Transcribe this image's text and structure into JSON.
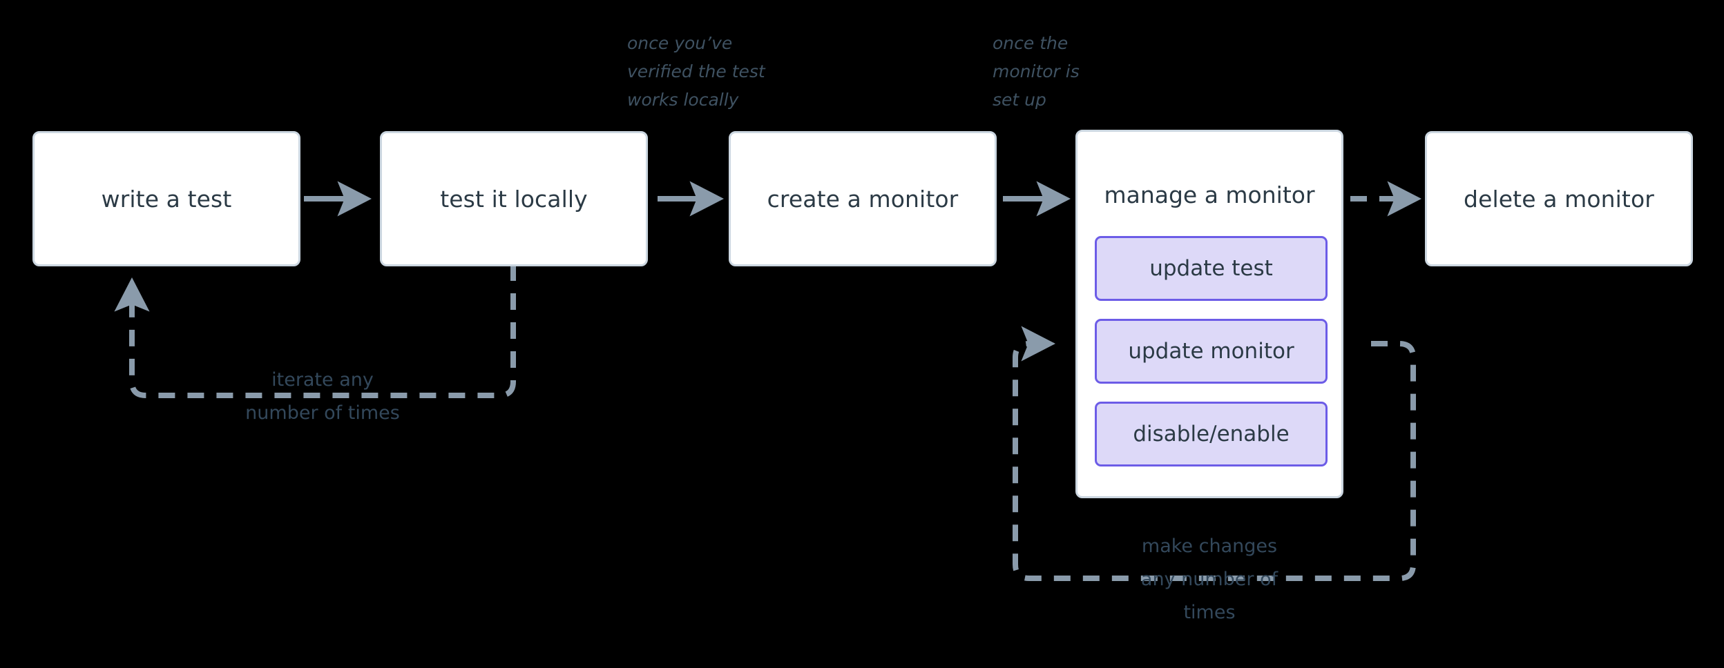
{
  "diagram": {
    "type": "flowchart",
    "orientation": "left-to-right",
    "background_color": "#000000",
    "node_fill": "#ffffff",
    "node_border": "#ccd7e1",
    "subnode_fill": "#ddd9f8",
    "subnode_border": "#6c5ce7",
    "edge_color": "#8a9bab",
    "text_color": "#2b3a45",
    "note_color": "#3f5262"
  },
  "nodes": [
    {
      "id": "write-a-test",
      "label": "write a test"
    },
    {
      "id": "test-it-locally",
      "label": "test it locally"
    },
    {
      "id": "create-a-monitor",
      "label": "create a monitor"
    },
    {
      "id": "manage-a-monitor",
      "label": "manage a monitor"
    },
    {
      "id": "delete-a-monitor",
      "label": "delete a monitor"
    }
  ],
  "subnodes": [
    {
      "id": "update-test",
      "label": "update test"
    },
    {
      "id": "update-monitor",
      "label": "update monitor"
    },
    {
      "id": "disable-enable",
      "label": "disable/enable"
    }
  ],
  "edges": [
    {
      "id": "write-to-test",
      "from": "write a test",
      "to": "test it locally",
      "style": "solid",
      "label": ""
    },
    {
      "id": "test-to-create",
      "from": "test it locally",
      "to": "create a monitor",
      "style": "solid",
      "label": "once you've\nverified the test\nworks locally"
    },
    {
      "id": "create-to-manage",
      "from": "create a monitor",
      "to": "manage a monitor",
      "style": "solid",
      "label": "once the\nmonitor is\nset up"
    },
    {
      "id": "manage-to-delete",
      "from": "manage a monitor",
      "to": "delete a monitor",
      "style": "dashed",
      "label": ""
    },
    {
      "id": "iterate-loop",
      "from": "test it locally",
      "to": "write a test",
      "style": "dashed",
      "label": "iterate any\nnumber of times"
    },
    {
      "id": "make-changes-loop",
      "from": "manage a monitor",
      "to": "manage a monitor",
      "style": "dashed",
      "label": "make changes\nany number of\ntimes"
    }
  ],
  "notes": {
    "once_verified": "once you’ve\nverified the test\nworks locally",
    "once_setup": "once the\nmonitor is\nset up",
    "iterate": "iterate any\nnumber of times",
    "make_changes": "make changes\nany number of\ntimes"
  }
}
